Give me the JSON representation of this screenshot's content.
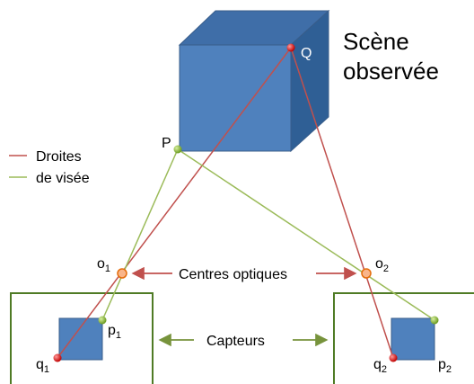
{
  "scene": {
    "title_line1": "Scène",
    "title_line2": "observée",
    "point_Q": "Q",
    "point_P": "P"
  },
  "legend": {
    "red_line_label": "Droites",
    "green_line_label": "de visée"
  },
  "optics": {
    "center_label": "Centres optiques",
    "o1_letter": "o",
    "o1_sub": "1",
    "o2_letter": "o",
    "o2_sub": "2"
  },
  "sensors": {
    "label": "Capteurs",
    "p1_letter": "p",
    "p1_sub": "1",
    "q1_letter": "q",
    "q1_sub": "1",
    "q2_letter": "q",
    "q2_sub": "2",
    "p2_letter": "p",
    "p2_sub": "2"
  },
  "colors": {
    "cube_front": "#4f81bd",
    "cube_top": "#3f6ea8",
    "cube_side": "#2f5f95",
    "cube_edge": "#385d8a",
    "red_ray": "#c0504d",
    "green_ray": "#9bbb59",
    "sensor_frame": "#4f7b25",
    "arrow_red": "#c0504d",
    "arrow_green": "#77933c",
    "center_fill": "#f9b58a",
    "center_stroke": "#e46c0a"
  }
}
